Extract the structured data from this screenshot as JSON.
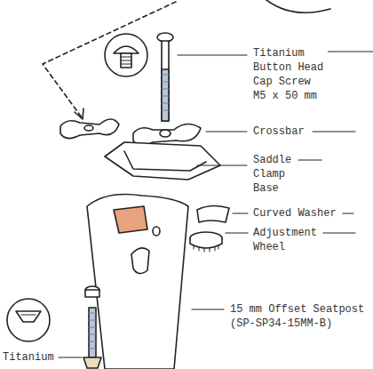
{
  "diagram": {
    "labels": [
      "Titanium Button Head Cap Screw M5 x 50 mm",
      "Crossbar",
      "Saddle Clamp Base",
      "Curved Washer",
      "Adjustment Wheel",
      "15 mm Offset Seatpost (SP-SP34-15MM-B)",
      "Titanium"
    ]
  }
}
